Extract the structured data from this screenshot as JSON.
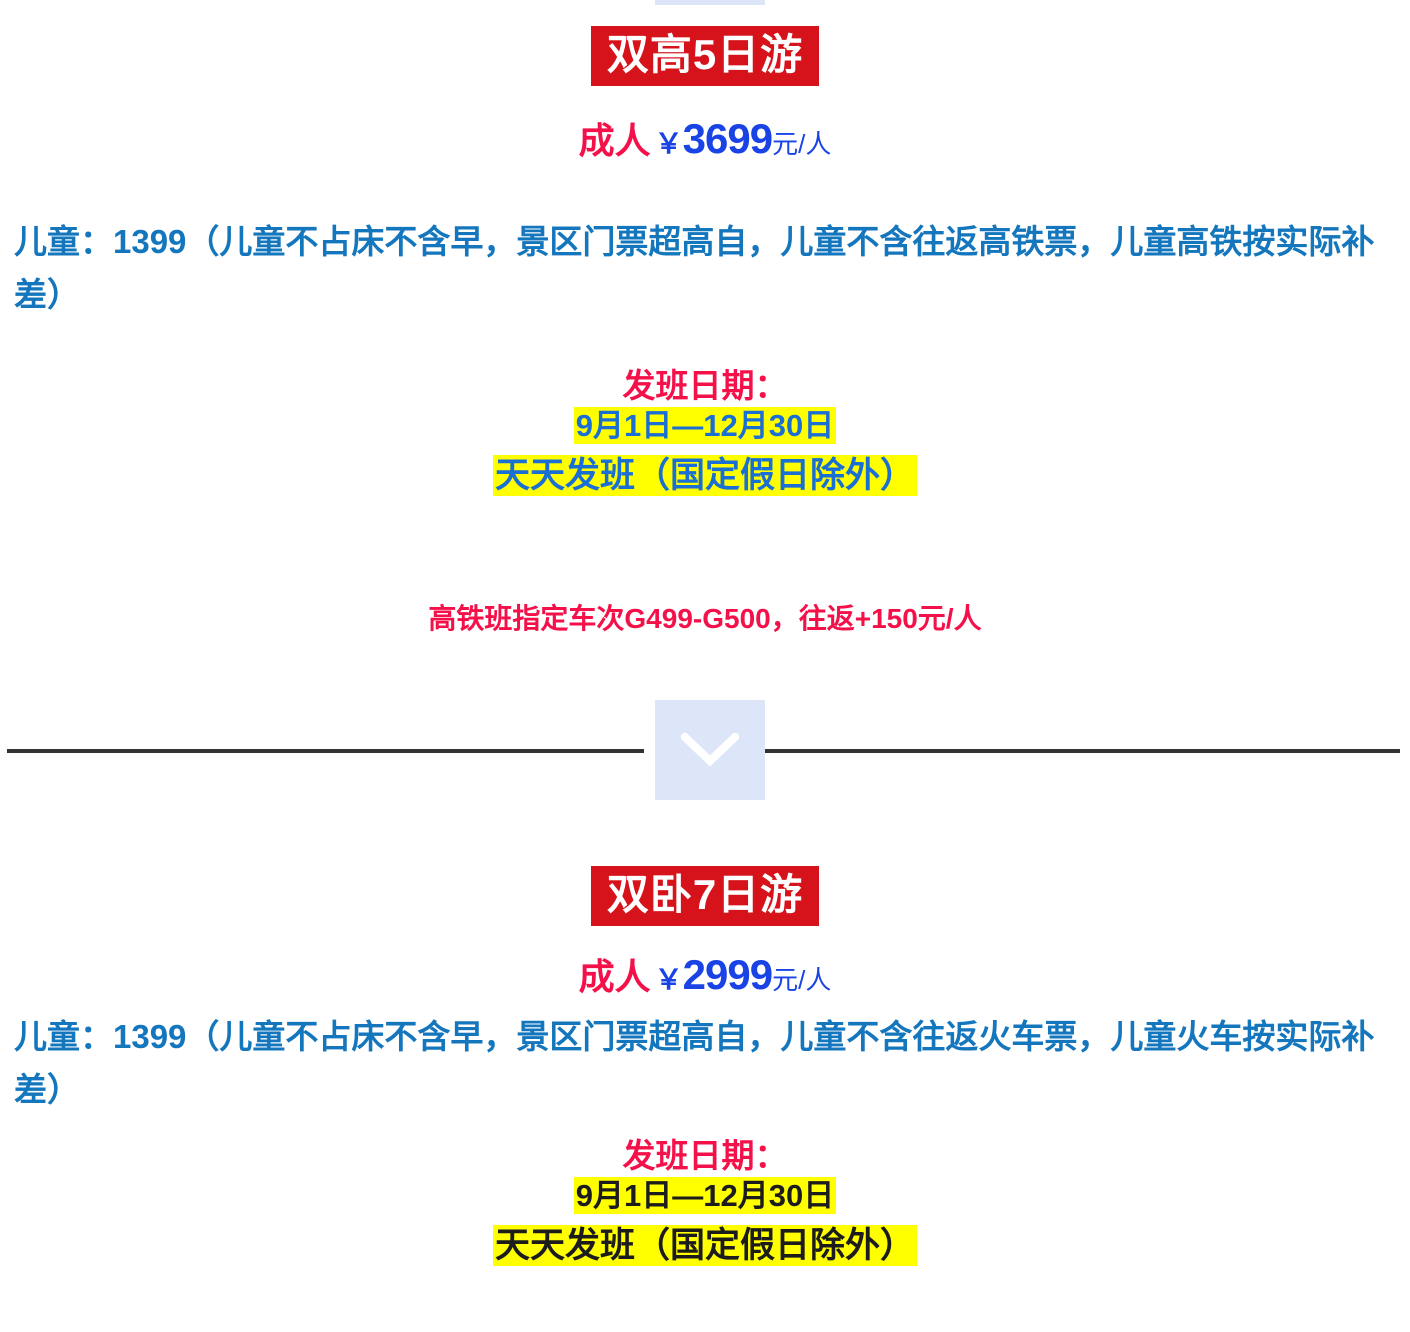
{
  "packages": [
    {
      "banner_label": "双高5日游",
      "adult": {
        "label": "成人",
        "currency": "￥",
        "amount": "3699",
        "unit": "元/人"
      },
      "child_note": "儿童：1399（儿童不占床不含早，景区门票超高自，儿童不含往返高铁票，儿童高铁按实际补差）",
      "departure": {
        "title": "发班日期：",
        "date_range": "9月1日—12月30日",
        "frequency": "天天发班（国定假日除外）",
        "highlight_color": "#ffff00",
        "text_color": "#1a6fd4"
      },
      "train_note": "高铁班指定车次G499-G500，往返+150元/人"
    },
    {
      "banner_label": "双卧7日游",
      "adult": {
        "label": "成人",
        "currency": "￥",
        "amount": "2999",
        "unit": "元/人"
      },
      "child_note": "儿童：1399（儿童不占床不含早，景区门票超高自，儿童不含往返火车票，儿童火车按实际补差）",
      "departure": {
        "title": "发班日期：",
        "date_range": "9月1日—12月30日",
        "frequency": "天天发班（国定假日除外）",
        "highlight_color": "#ffff00",
        "text_color": "#1c1c1c"
      },
      "train_note": ""
    }
  ],
  "divider": {
    "icon": "chevron-down-icon",
    "box_color": "#dce6f8",
    "rule_color": "#333333"
  },
  "theme": {
    "banner_red": "#d6121a",
    "accent_pink": "#f4114a",
    "price_blue": "#1a43e6",
    "note_blue": "#1476bd",
    "highlight_yellow": "#ffff00"
  }
}
